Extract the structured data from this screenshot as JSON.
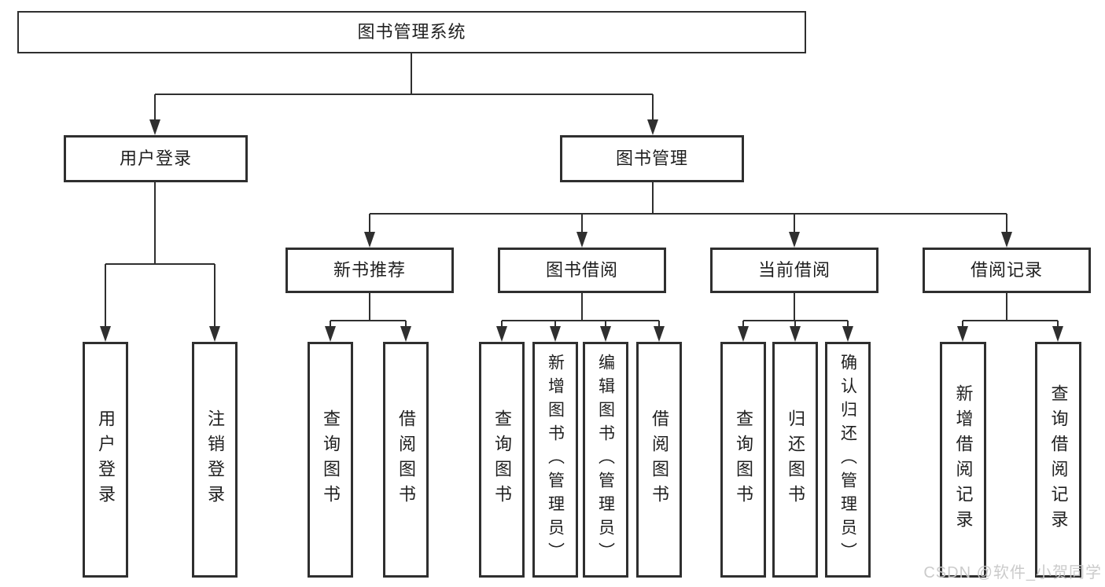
{
  "colors": {
    "line": "#2f2f2f",
    "box_border": "#2f2f2f",
    "text": "#1f1f1f",
    "watermark": "#c9c9c9",
    "background": "#ffffff"
  },
  "watermark": {
    "text": "CSDN @软件_小贺同学"
  },
  "tree": {
    "label": "图书管理系统",
    "children": [
      {
        "label": "用户登录",
        "children": [
          {
            "label": "用户登录"
          },
          {
            "label": "注销登录"
          }
        ]
      },
      {
        "label": "图书管理",
        "children": [
          {
            "label": "新书推荐",
            "children": [
              {
                "label": "查询图书"
              },
              {
                "label": "借阅图书"
              }
            ]
          },
          {
            "label": "图书借阅",
            "children": [
              {
                "label": "查询图书"
              },
              {
                "label": "新增图书（管理员）"
              },
              {
                "label": "编辑图书（管理员）"
              },
              {
                "label": "借阅图书"
              }
            ]
          },
          {
            "label": "当前借阅",
            "children": [
              {
                "label": "查询图书"
              },
              {
                "label": "归还图书"
              },
              {
                "label": "确认归还（管理员）"
              }
            ]
          },
          {
            "label": "借阅记录",
            "children": [
              {
                "label": "新增借阅记录"
              },
              {
                "label": "查询借阅记录"
              }
            ]
          }
        ]
      }
    ]
  }
}
